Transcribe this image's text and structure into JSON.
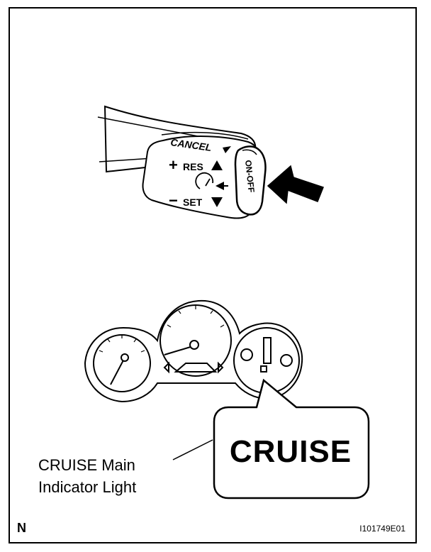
{
  "switch_labels": {
    "cancel": "CANCEL",
    "res": "RES",
    "set": "SET",
    "on_off": "ON-OFF",
    "plus": "+",
    "minus": "−"
  },
  "callout": {
    "indicator_text": "CRUISE",
    "label_line1": "CRUISE Main",
    "label_line2": "Indicator Light"
  },
  "footer": {
    "corner_letter": "N",
    "figure_id": "I101749E01"
  },
  "colors": {
    "line": "#000000",
    "background": "#ffffff"
  }
}
